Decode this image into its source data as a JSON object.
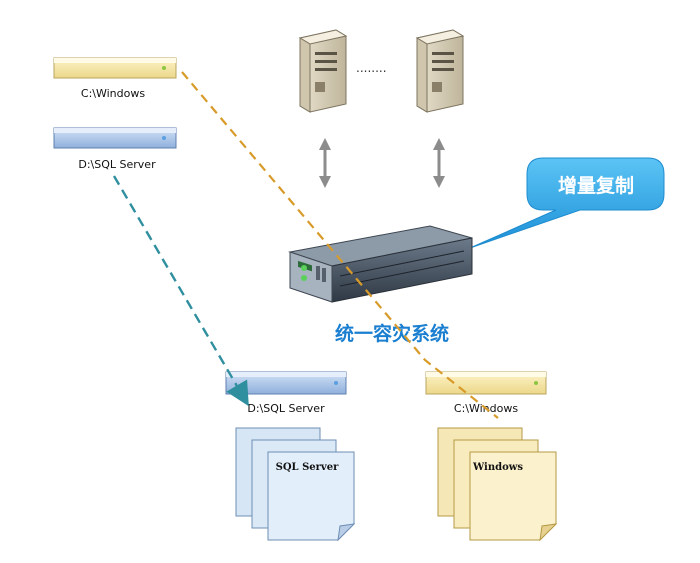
{
  "drives": {
    "src_windows": "C:\\Windows",
    "src_sql": "D:\\SQL Server",
    "dst_sql": "D:\\SQL Server",
    "dst_windows": "C:\\Windows"
  },
  "servers": {
    "ellipsis": "........"
  },
  "callout": {
    "label": "增量复制"
  },
  "system": {
    "label": "统一容灾系统"
  },
  "documents": {
    "sql": "SQL Server",
    "windows": "Windows"
  },
  "colors": {
    "drive_yellow": "#f7e7a6",
    "drive_blue": "#a9c4e8",
    "orange_dash": "#d89b2a",
    "teal_dash": "#2f8f9f",
    "arrow_gray": "#8c8c8c",
    "callout_blue": "#2aa6e8",
    "system_text": "#1a7fd0"
  }
}
